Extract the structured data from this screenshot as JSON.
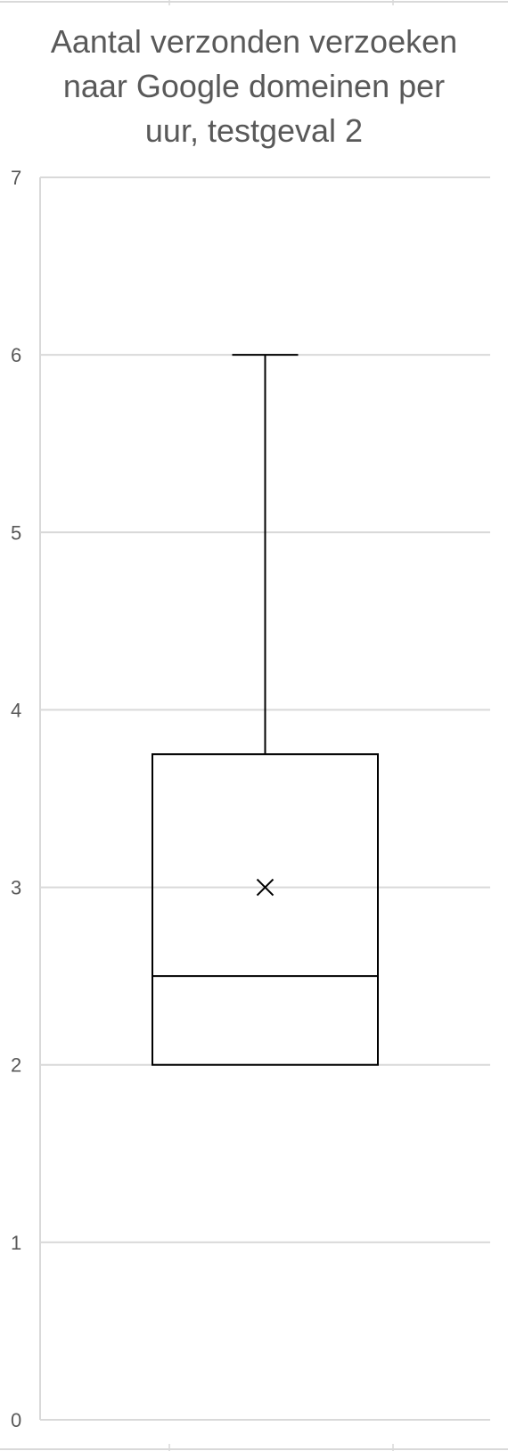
{
  "chart_data": {
    "type": "boxplot",
    "title_lines": [
      "Aantal verzonden verzoeken",
      "naar Google domeinen per",
      "uur, testgeval 2"
    ],
    "title": "Aantal verzonden verzoeken naar Google domeinen per uur, testgeval 2",
    "xlabel": "",
    "ylabel": "",
    "ylim": [
      0,
      7
    ],
    "y_ticks": [
      0,
      1,
      2,
      3,
      4,
      5,
      6,
      7
    ],
    "grid": true,
    "legend": "none",
    "boxes": [
      {
        "min": 2,
        "q1": 2,
        "median": 2.5,
        "q3": 3.75,
        "max": 6,
        "mean": 3
      }
    ]
  },
  "colors": {
    "title": "#595959",
    "tick_label": "#595959",
    "gridline": "#d9d9d9",
    "box_stroke": "#000000",
    "frame": "#d9d9d9"
  }
}
